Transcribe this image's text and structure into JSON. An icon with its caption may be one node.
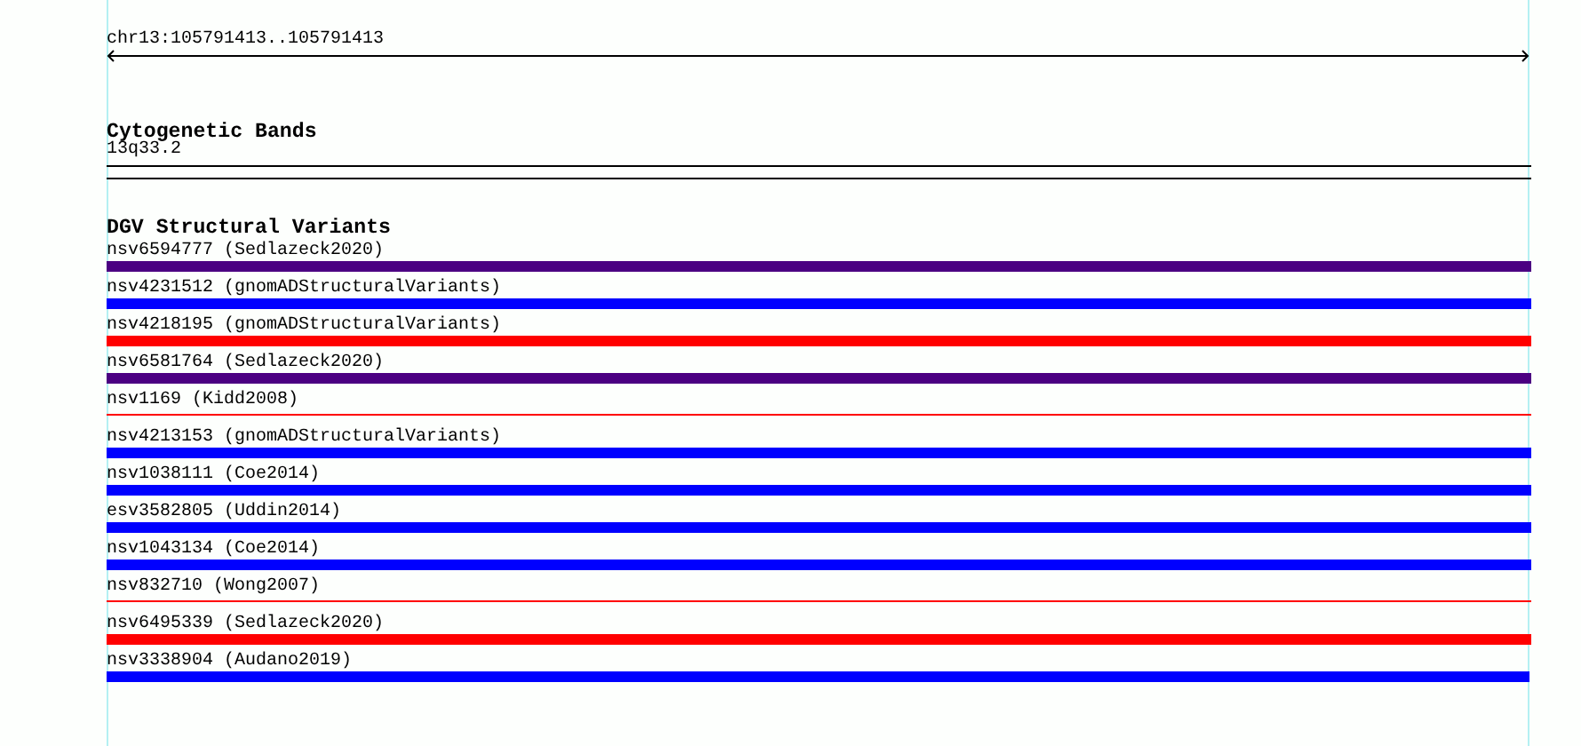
{
  "diagram": {
    "labels": [
      "chr13:105791413..105791413",
      "Cytogenetic Bands",
      "13q33.2",
      "DGV Structural Variants",
      "nsv6594777 (Sedlazeck2020)",
      "nsv4231512 (gnomADStructuralVariants)",
      "nsv4218195 (gnomADStructuralVariants)",
      "nsv6581764 (Sedlazeck2020)",
      "nsv1169 (Kidd2008)",
      "nsv4213153 (gnomADStructuralVariants)",
      "nsv1038111 (Coe2014)",
      "esv3582805 (Uddin2014)",
      "nsv1043134 (Coe2014)",
      "nsv832710 (Wong2007)",
      "nsv6495339 (Sedlazeck2020)",
      "nsv3338904 (Audano2019)"
    ]
  }
}
